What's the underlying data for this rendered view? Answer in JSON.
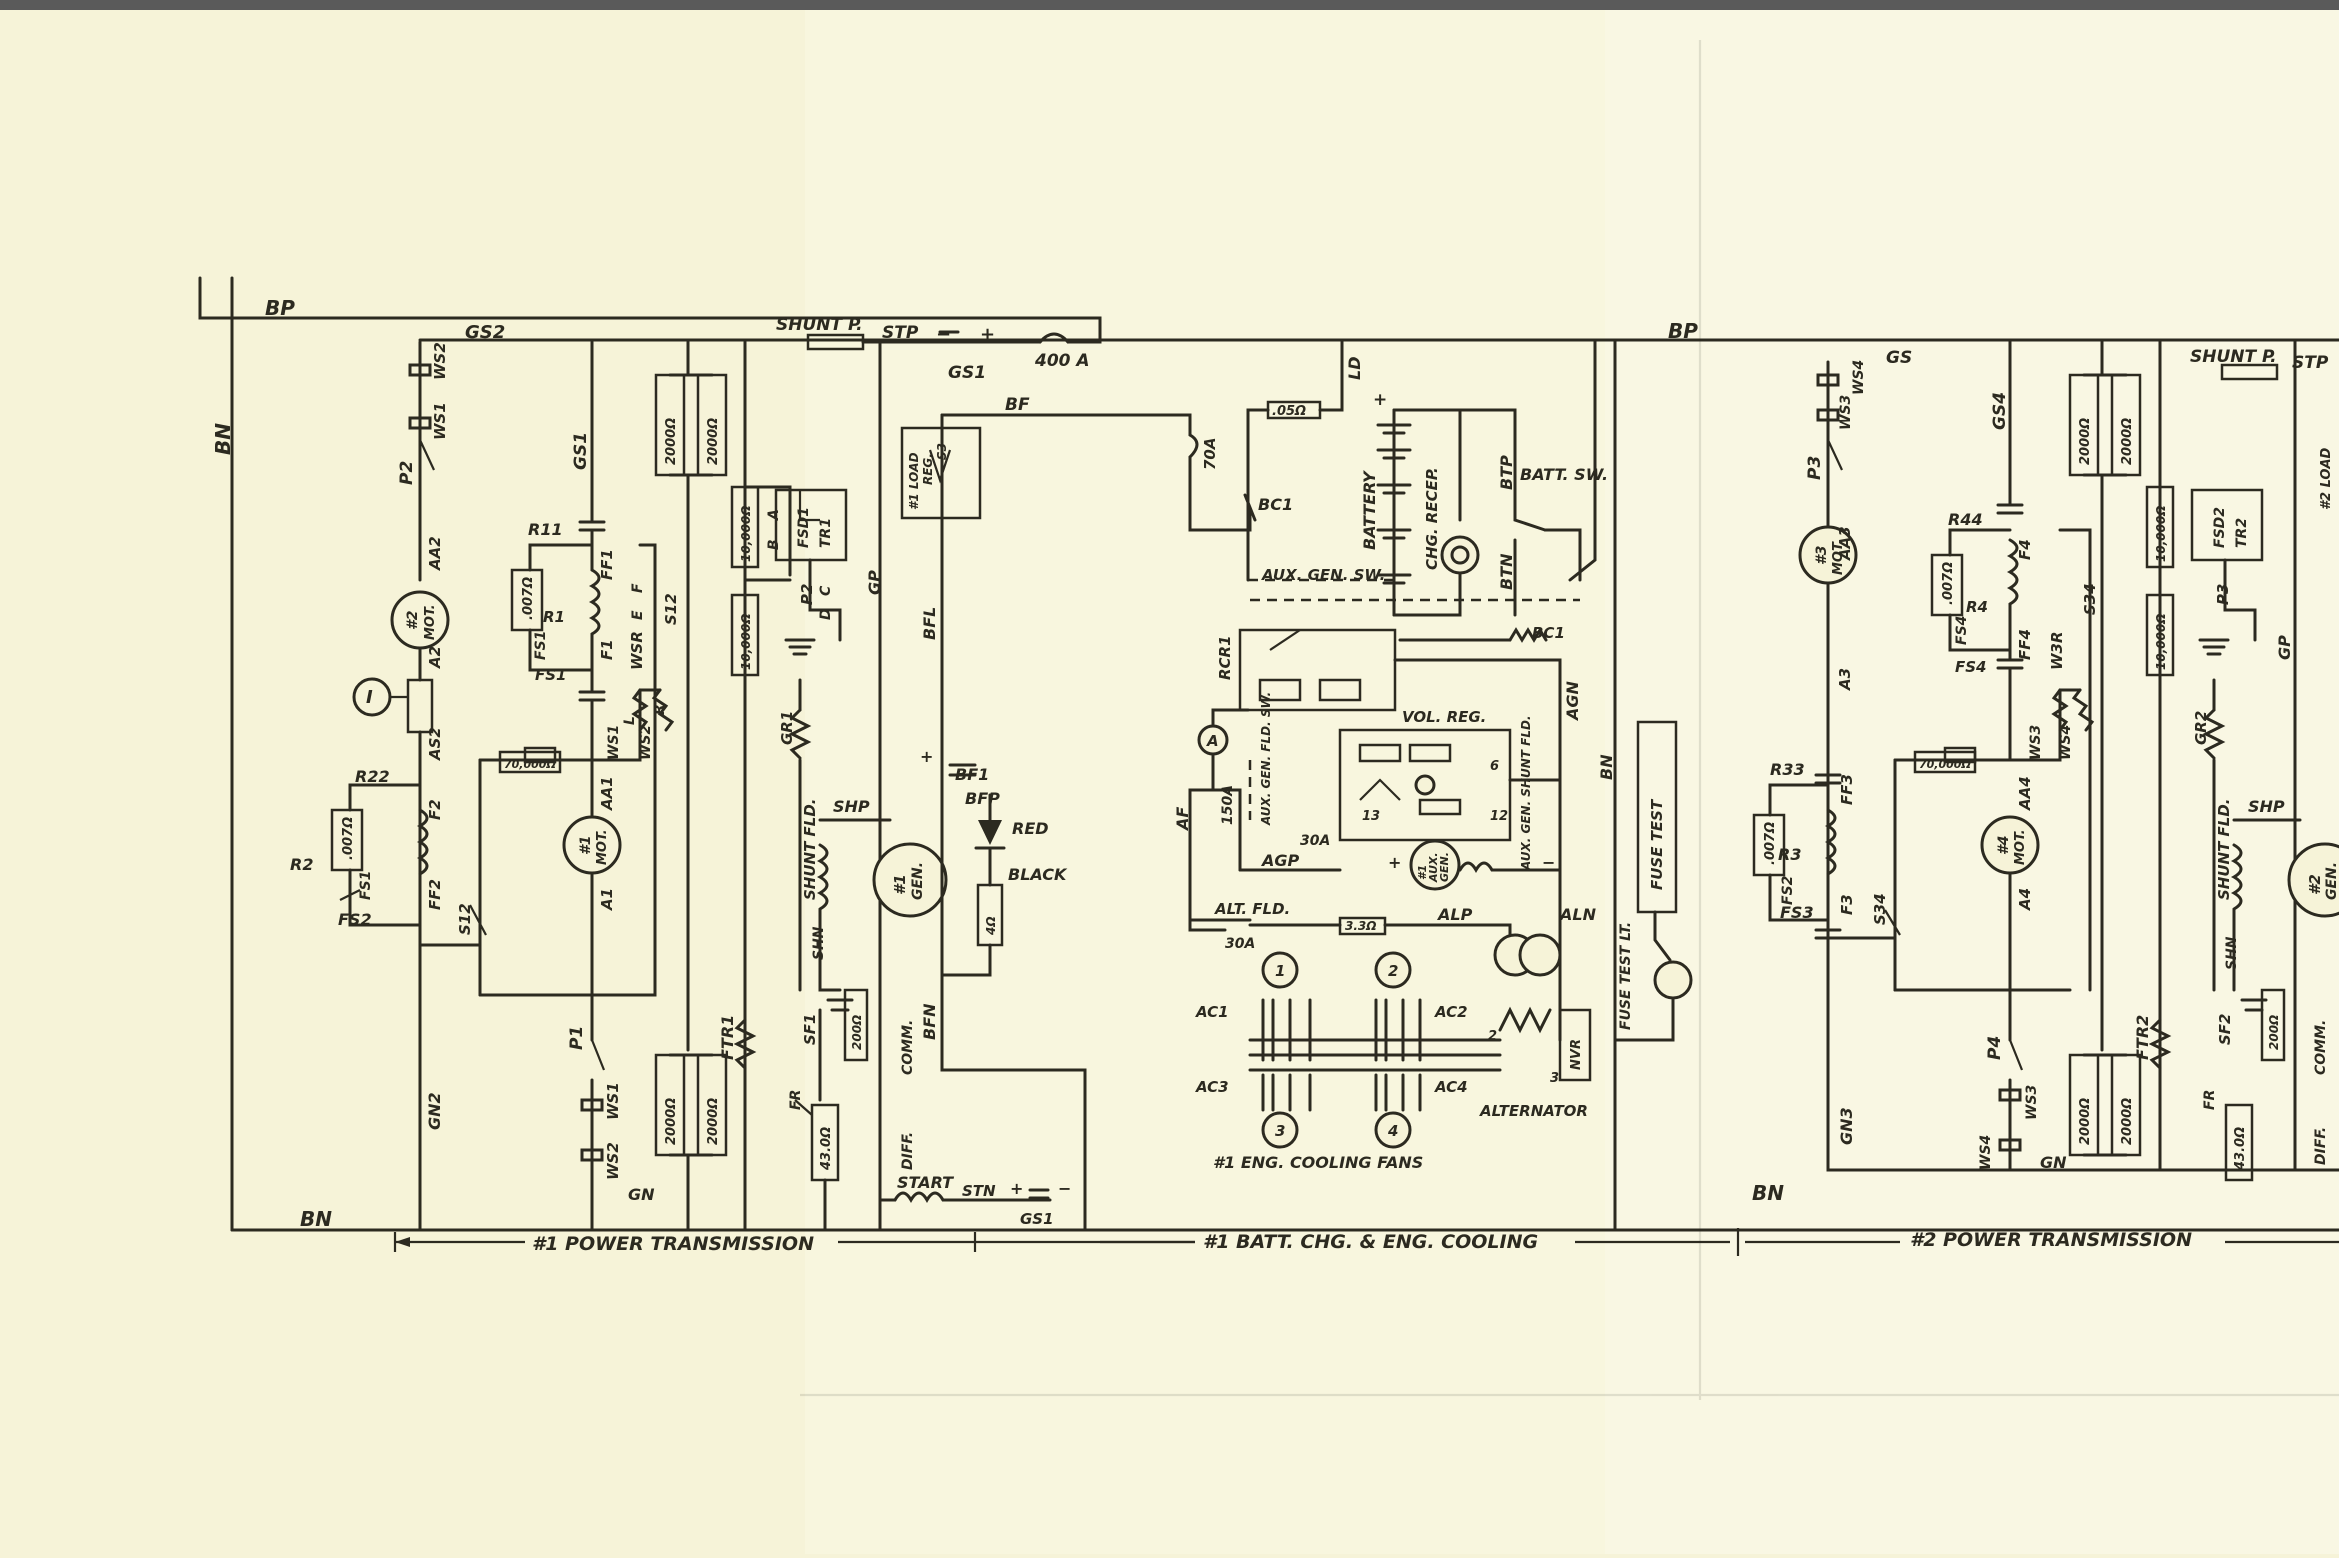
{
  "colors": {
    "paper": "#f6f3d8",
    "ink": "#2c2a20",
    "top_band": "#5a5a5a"
  },
  "buses": {
    "positive": "BP",
    "negative": "BN",
    "left_label": "BN"
  },
  "sections": [
    {
      "label": "#1 POWER TRANSMISSION"
    },
    {
      "label": "#1 BATT. CHG. & ENG. COOLING"
    },
    {
      "label": "#2 POWER TRANSMISSION"
    }
  ],
  "section1": {
    "GS2": "GS2",
    "GS1": "GS1",
    "GN2": "GN2",
    "GN": "GN",
    "shunt_p": "SHUNT P.",
    "stp": "STP",
    "p2": "P2",
    "ws1_top": "WS1",
    "ws2_top": "WS2",
    "mot2_a": "#2",
    "mot2_b": "MOT.",
    "aa2": "AA2",
    "a2": "A2",
    "as2": "AS2",
    "meter_i": "I",
    "r22": "R22",
    "r2": "R2",
    "ohm_007": ".007Ω",
    "fs1": "FS1",
    "fs2": "FS2",
    "f2": "F2",
    "ff2": "FF2",
    "s12_left": "S12",
    "r11": "R11",
    "r1": "R1",
    "fs1b": "FS1",
    "fs1c": "FS1",
    "f1": "F1",
    "ff1": "FF1",
    "ohm_70000": "70,000Ω",
    "ws1_mid": "WS1",
    "ws2_mid": "WS2",
    "wsr": "WSR",
    "l_lbl": "L",
    "r_lbl": "R",
    "e_lbl": "E",
    "f_lbl": "F",
    "s12_mid": "S12",
    "mot1_a": "#1",
    "mot1_b": "MOT.",
    "aa1": "AA1",
    "a1": "A1",
    "p1": "P1",
    "ws1_bot": "WS1",
    "ws2_bot": "WS2",
    "ohm_2000a": "2000Ω",
    "ohm_2000b": "2000Ω",
    "ohm_2000c": "2000Ω",
    "ohm_2000d": "2000Ω",
    "ftr1": "FTR1",
    "ohm_10000a": "10,000Ω",
    "ohm_10000b": "10,000Ω",
    "p2b": "P2",
    "b_lbl": "B",
    "a_lbl": "A",
    "fsd1": "FSD1",
    "tr1": "TR1",
    "d_lbl": "D",
    "c_lbl": "C",
    "gp": "GP",
    "gr1": "GR1",
    "shunt_fld": "SHUNT FLD.",
    "shp": "SHP",
    "shn": "SHN",
    "gen1_a": "#1",
    "gen1_b": "GEN.",
    "sf1": "SF1",
    "ohm_200": "200Ω",
    "comm": "COMM.",
    "fr": "FR",
    "ohm_43": "43.0Ω",
    "diff": "DIFF.",
    "start": "START",
    "stn": "STN",
    "gs1_bot": "GS1",
    "minus": "−",
    "plus": "+",
    "gs1_top": "GS1",
    "fuse_400": "400 A"
  },
  "section2": {
    "bf": "BF",
    "bfl": "BFL",
    "bfn": "BFN",
    "load_reg_a": "#1 LOAD",
    "load_reg_b": "REG.",
    "load_reg_c": "S3",
    "fuse_70": "70A",
    "bc1": "BC1",
    "ohm_05": ".05Ω",
    "ld": "LD",
    "aux_gen_sw": "AUX. GEN. SW.",
    "battery": "BATTERY",
    "chg_recep": "CHG. RECEP.",
    "btp": "BTP",
    "btn": "BTN",
    "batt_sw": "BATT. SW.",
    "bc1b": "BC1",
    "rcr1": "RCR1",
    "ammeter": "A",
    "fuse_150": "150A",
    "aux_gen_fld_sw": "AUX. GEN. FLD. SW.",
    "fuse_30a": "30A",
    "agp": "AGP",
    "af": "AF",
    "vol_reg": "VOL. REG.",
    "n6": "6",
    "n13": "13",
    "n12": "12",
    "aux_gen_shunt_fld": "AUX. GEN. SHUNT FLD.",
    "agn": "AGN",
    "bn": "BN",
    "aux_gen_a": "#1",
    "aux_gen_b": "AUX.",
    "aux_gen_c": "GEN.",
    "bf1": "BF1",
    "bfp": "BFP",
    "red": "RED",
    "black": "BLACK",
    "ohm_4": "4Ω",
    "fuse_test": "FUSE TEST",
    "fuse_test_lt": "FUSE TEST LT.",
    "alt_fld": "ALT. FLD.",
    "fuse_30b": "30A",
    "ohm_33": "3.3Ω",
    "alp": "ALP",
    "aln": "ALN",
    "fan1": "1",
    "fan2": "2",
    "fan3": "3",
    "fan4": "4",
    "ac1": "AC1",
    "ac2": "AC2",
    "ac3": "AC3",
    "ac4": "AC4",
    "alternator": "ALTERNATOR",
    "n2": "2",
    "n3": "3",
    "nvr": "NVR",
    "cooling_fans": "#1 ENG. COOLING FANS"
  },
  "section3": {
    "gs": "GS",
    "gs4": "GS4",
    "gn3": "GN3",
    "gn": "GN",
    "shunt_p": "SHUNT P.",
    "stp": "STP",
    "p3": "P3",
    "ws3": "WS3",
    "ws4": "WS4",
    "mot3_a": "#3",
    "mot3_b": "MOT.",
    "aa3": "AA3",
    "a3": "A3",
    "r33": "R33",
    "r3": "R3",
    "ohm_007": ".007Ω",
    "fs2": "FS2",
    "fs3": "FS3",
    "f3": "F3",
    "ff3": "FF3",
    "s34": "S34",
    "r44": "R44",
    "r4": "R4",
    "fs4": "FS4",
    "fs4b": "FS4",
    "f4": "F4",
    "ff4": "FF4",
    "ohm_70000": "70,000Ω",
    "ws3b": "WS3",
    "ws4b": "WS4",
    "w3r": "W3R",
    "s34b": "S34",
    "mot4_a": "#4",
    "mot4_b": "MOT.",
    "aa4": "AA4",
    "a4": "A4",
    "p4": "P4",
    "ws3c": "WS3",
    "ws4c": "WS4",
    "ohm_2000a": "2000Ω",
    "ohm_2000b": "2000Ω",
    "ohm_2000c": "2000Ω",
    "ohm_2000d": "2000Ω",
    "ftr2": "FTR2",
    "ohm_10000a": "10,000Ω",
    "ohm_10000b": "10,000Ω",
    "p3b": "P3",
    "fsd2": "FSD2",
    "tr2": "TR2",
    "gp": "GP",
    "gr2": "GR2",
    "shunt_fld": "SHUNT FLD.",
    "shp": "SHP",
    "shn": "SHN",
    "gen2_a": "#2",
    "gen2_b": "GEN.",
    "sf2": "SF2",
    "ohm_200": "200Ω",
    "comm": "COMM.",
    "fr": "FR",
    "ohm_43": "43.0Ω",
    "diff": "DIFF.",
    "load_reg": "#2 LOAD"
  }
}
